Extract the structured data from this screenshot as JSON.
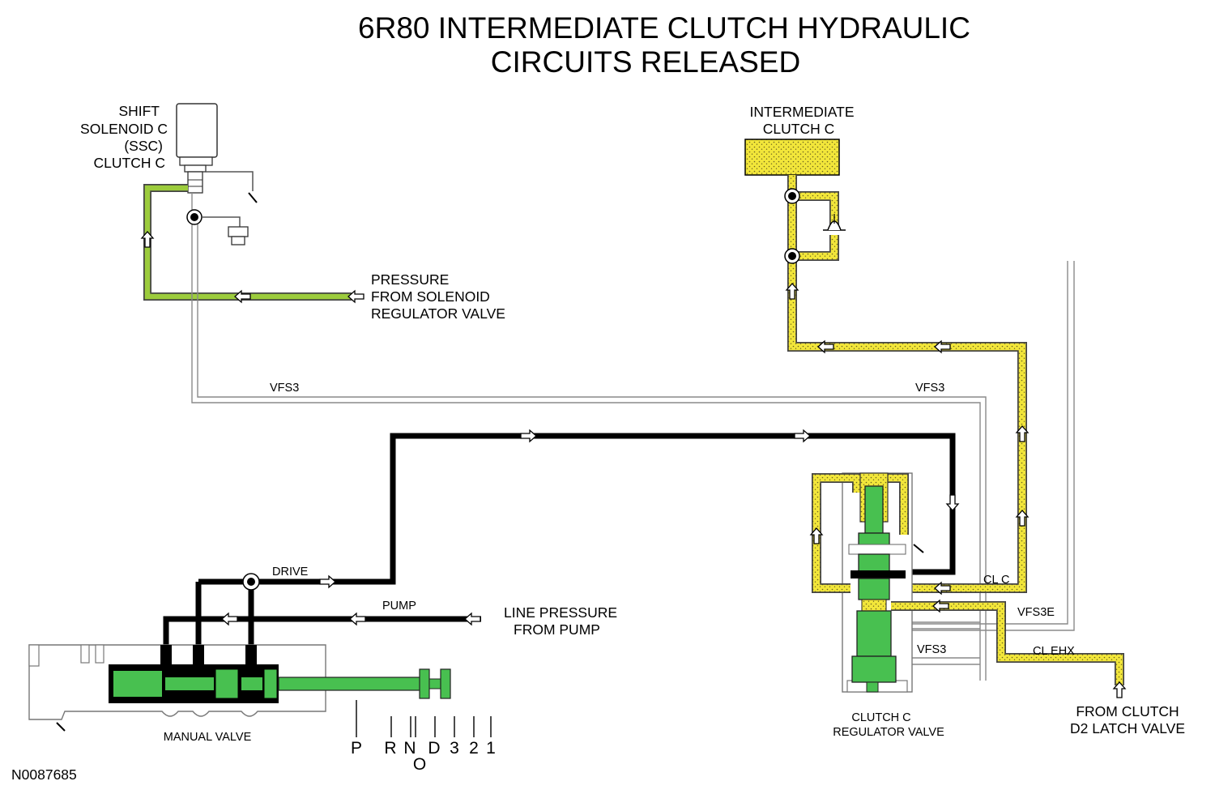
{
  "title": {
    "line1": "6R80 INTERMEDIATE CLUTCH HYDRAULIC",
    "line2": "CIRCUITS RELEASED"
  },
  "labels": {
    "solenoid": [
      "SHIFT",
      "SOLENOID C",
      "(SSC)",
      "CLUTCH C"
    ],
    "pressure_from_solenoid": [
      "PRESSURE",
      "FROM SOLENOID",
      "REGULATOR VALVE"
    ],
    "intermediate_clutch": [
      "INTERMEDIATE",
      "CLUTCH C"
    ],
    "vfs3_left": "VFS3",
    "vfs3_right": "VFS3",
    "vfs3_lower": "VFS3",
    "drive": "DRIVE",
    "pump": "PUMP",
    "line_pressure": [
      "LINE PRESSURE",
      "FROM PUMP"
    ],
    "cl_c": "CL C",
    "vfs3e": "VFS3E",
    "cl_ehx": "CL EHX",
    "from_clutch_d2": [
      "FROM CLUTCH",
      "D2 LATCH VALVE"
    ],
    "clutch_c_regulator": [
      "CLUTCH C",
      "REGULATOR VALVE"
    ],
    "manual_valve": "MANUAL VALVE",
    "figure_id": "N0087685"
  },
  "gear_positions": [
    "P",
    "R",
    "N",
    "O",
    "D",
    "3",
    "2",
    "1"
  ],
  "colors": {
    "clutch_fluid": "#f2e63a",
    "solenoid_supply": "#9ccc3c",
    "valve_green": "#48c050",
    "line_pressure": "#000000",
    "passage_outline": "#9a9a9a"
  }
}
